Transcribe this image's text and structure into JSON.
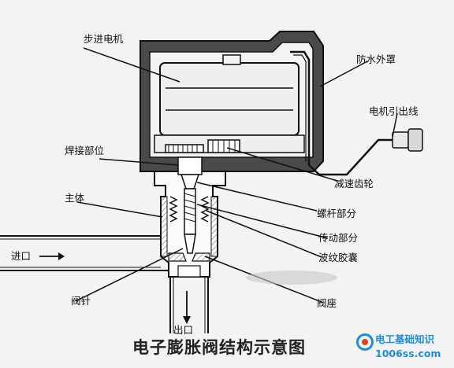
{
  "diagram": {
    "title": "电子膨胀阀结构示意图",
    "labels": {
      "stepper_motor": "步进电机",
      "waterproof_cover": "防水外罩",
      "motor_lead": "电机引出线",
      "weld_part": "焊接部位",
      "reduction_gear": "减速齿轮",
      "body": "主体",
      "screw_part": "螺杆部分",
      "transmission_part": "传动部分",
      "inlet": "进口",
      "bellows": "波纹胶囊",
      "valve_needle": "阀针",
      "valve_seat": "阀座",
      "outlet": "出口"
    }
  },
  "watermark": {
    "line1": "电工基础知识",
    "line2": "1006ss.com"
  },
  "colors": {
    "ink": "#111111",
    "background": "#f3f3f3",
    "housing": "#3a3a3a",
    "watermark_blue": "#1e8fd6",
    "watermark_red": "#e23c2e"
  }
}
